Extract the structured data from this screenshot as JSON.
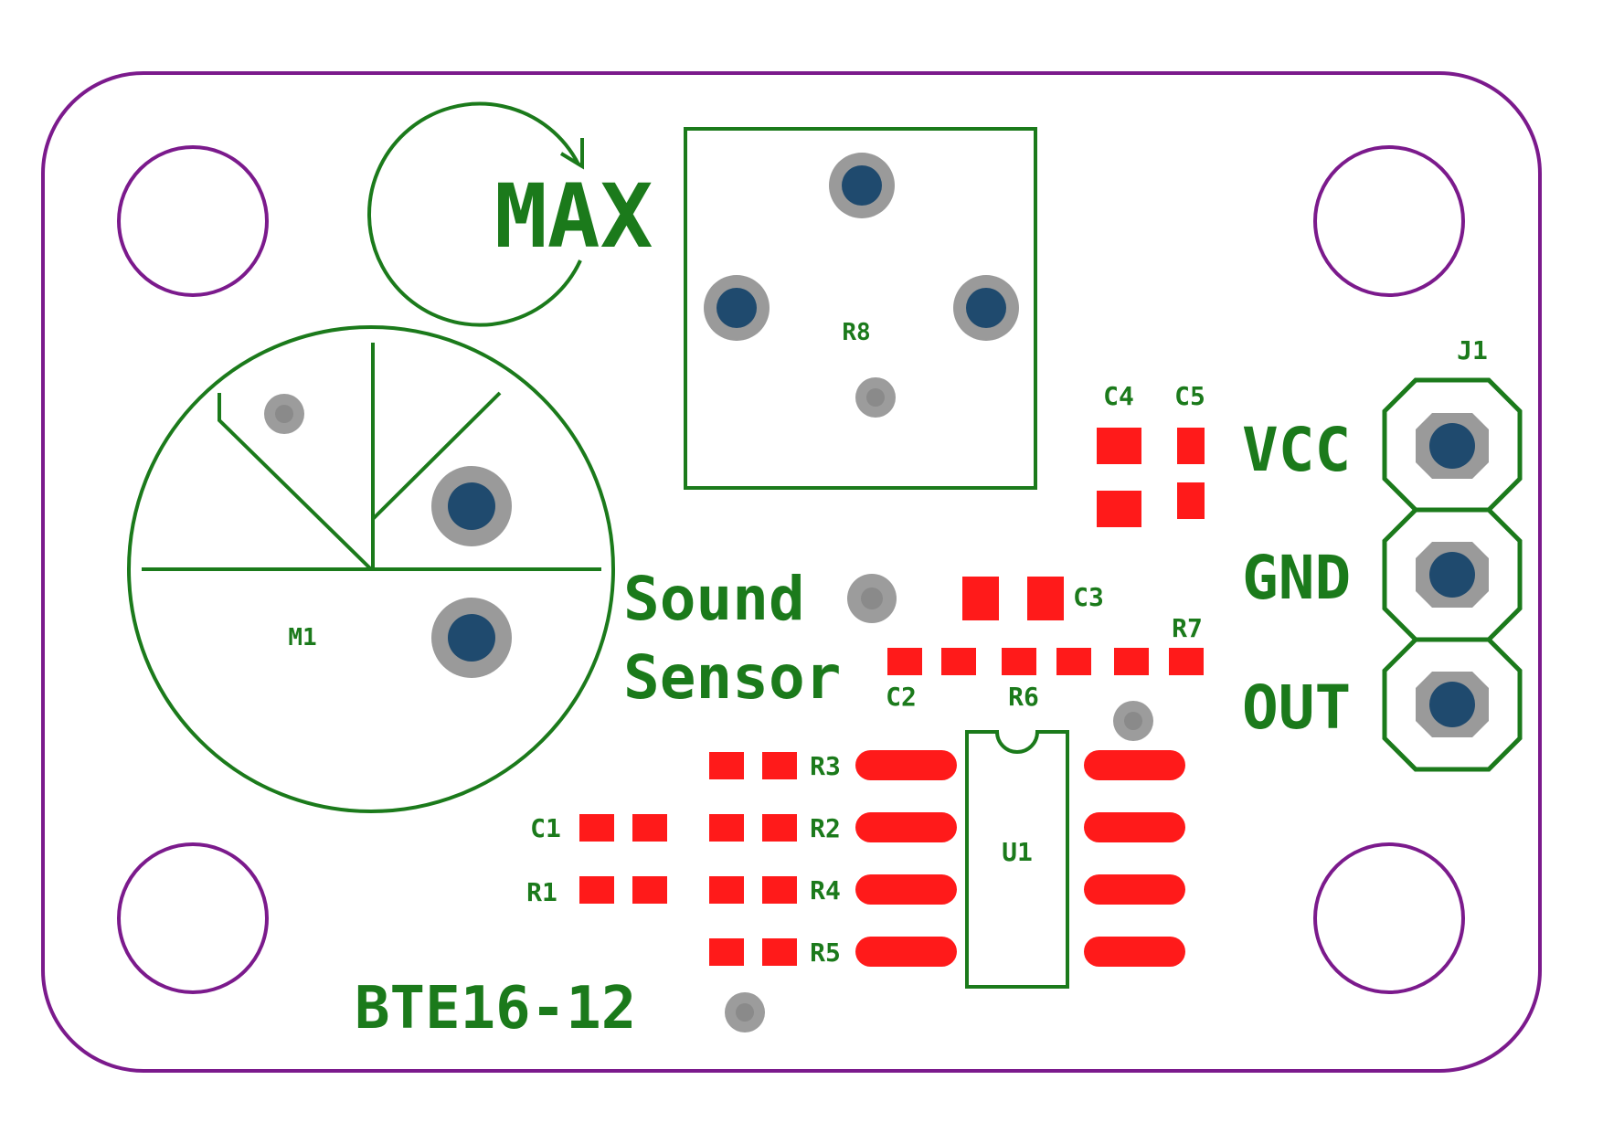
{
  "colors": {
    "outline": "#7b1a8c",
    "silk": "#1b7a1b",
    "copper": "#ff1a1a",
    "pad_ring": "#9a9a9a",
    "drill": "#1f4a6e",
    "via": "#9c9c9c"
  },
  "labels": {
    "max": "MAX",
    "sound": "Sound",
    "sensor": "Sensor",
    "part_number": "BTE16-12",
    "pin_vcc": "VCC",
    "pin_gnd": "GND",
    "pin_out": "OUT"
  },
  "refdes": {
    "m1": "M1",
    "r8": "R8",
    "j1": "J1",
    "c4": "C4",
    "c5": "C5",
    "c3": "C3",
    "r7": "R7",
    "c2": "C2",
    "r6": "R6",
    "r3": "R3",
    "c1": "C1",
    "r2": "R2",
    "r1": "R1",
    "r4": "R4",
    "r5": "R5",
    "u1": "U1"
  }
}
